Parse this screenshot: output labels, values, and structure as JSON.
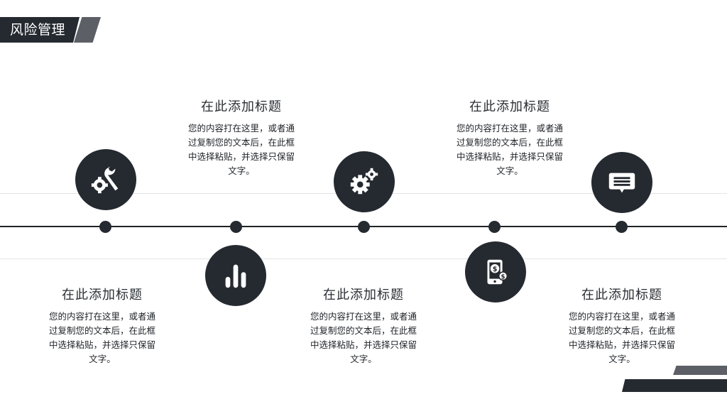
{
  "header": {
    "title": "风险管理"
  },
  "colors": {
    "dark": "#252a31",
    "accent_gray": "#5c6066",
    "line_light": "#e2e4e7"
  },
  "items": [
    {
      "icon": "wrench-gear-icon",
      "title": "在此添加标题",
      "body": "您的内容打在这里，或者通过复制您的文本后，在此框中选择粘贴，并选择只保留文字。"
    },
    {
      "icon": "bar-chart-icon",
      "title": "在此添加标题",
      "body": "您的内容打在这里，或者通过复制您的文本后，在此框中选择粘贴，并选择只保留文字。"
    },
    {
      "icon": "gears-icon",
      "title": "在此添加标题",
      "body": "您的内容打在这里，或者通过复制您的文本后，在此框中选择粘贴，并选择只保留文字。"
    },
    {
      "icon": "mobile-money-icon",
      "title": "在此添加标题",
      "body": "您的内容打在这里，或者通过复制您的文本后，在此框中选择粘贴，并选择只保留文字。"
    },
    {
      "icon": "chat-bubble-icon",
      "title": "在此添加标题",
      "body": "您的内容打在这里，或者通过复制您的文本后，在此框中选择粘贴，并选择只保留文字。"
    }
  ]
}
